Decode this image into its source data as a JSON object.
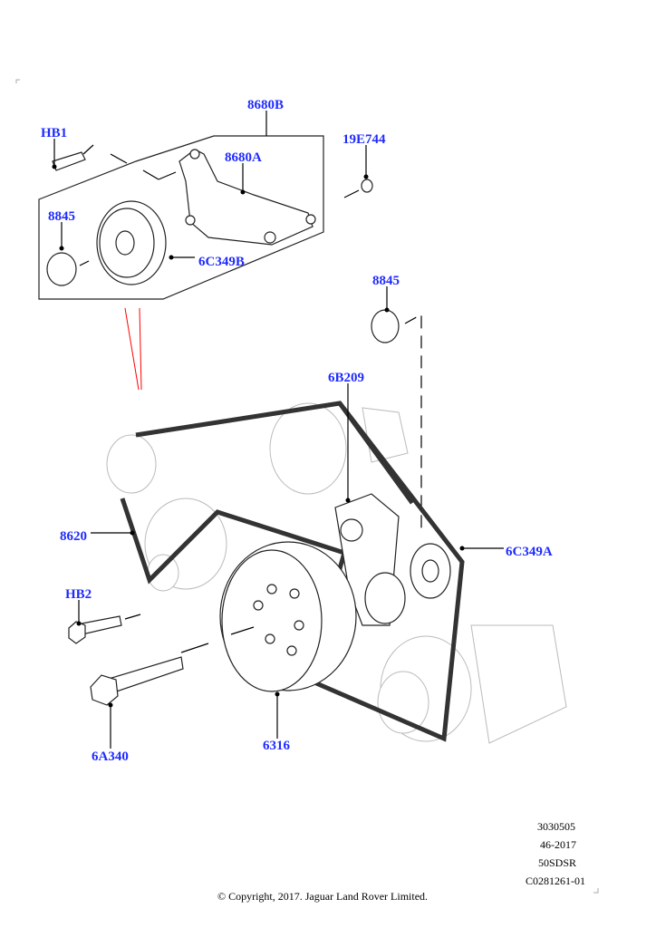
{
  "callouts": {
    "p8680B": "8680B",
    "hb1": "HB1",
    "p8680A": "8680A",
    "p19E744": "19E744",
    "p8845_top": "8845",
    "p6C349B": "6C349B",
    "p8845_right": "8845",
    "p6B209": "6B209",
    "p8620": "8620",
    "p6C349A": "6C349A",
    "hb2": "HB2",
    "p6A340": "6A340",
    "p6316": "6316"
  },
  "footer": {
    "line1": "3030505",
    "line2": "46-2017",
    "line3": "50SDSR",
    "line4": "C0281261-01",
    "copyright": "© Copyright, 2017. Jaguar Land Rover Limited."
  },
  "colors": {
    "callout": "#1f2bff",
    "reference_line": "#ff0000"
  }
}
